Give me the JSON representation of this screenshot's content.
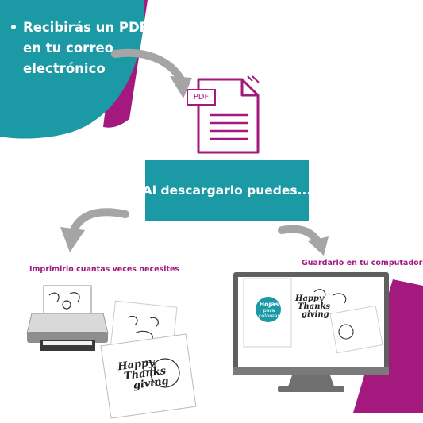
{
  "intro": {
    "line1": "Recibirás un PDF",
    "line2": "en tu correo",
    "line3": "electrónico"
  },
  "file_icon": {
    "label": "PDF"
  },
  "banner": {
    "text": "Al descargarlo puedes..."
  },
  "options": {
    "print_caption": "Imprimirlo cuantas veces necesites",
    "save_caption": "Guardarlo en tu computadora"
  },
  "artwork": {
    "card_word1": "Happy",
    "card_word2": "Thanks",
    "card_word3": "giving",
    "booklet_word1": "Hojas",
    "booklet_word2": "para",
    "booklet_word3": "colorear"
  },
  "colors": {
    "teal": "#1b9aa5",
    "magenta": "#a3197e",
    "arrow_gray": "#a5a5a5"
  }
}
